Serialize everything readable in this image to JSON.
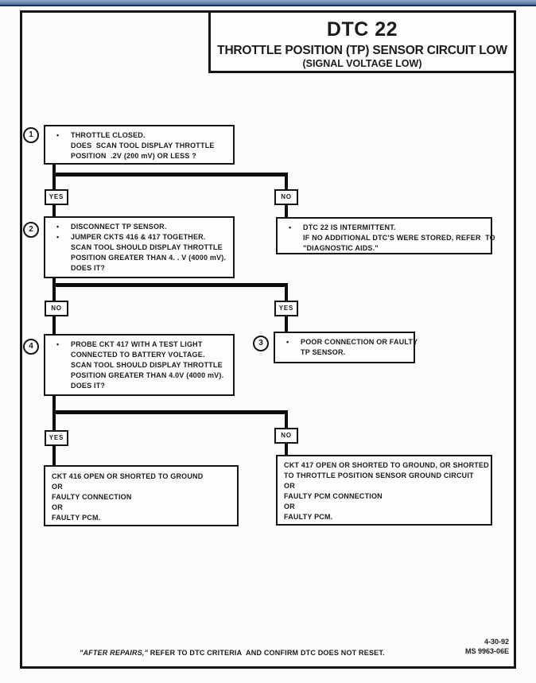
{
  "title": {
    "code": "DTC 22",
    "line1": "THROTTLE POSITION (TP) SENSOR CIRCUIT LOW",
    "line2": "(SIGNAL VOLTAGE LOW)"
  },
  "bullet": "•",
  "branch_labels": {
    "yes": "YES",
    "no": "NO"
  },
  "nodes": {
    "step1": {
      "number": "1",
      "lines": [
        "THROTTLE CLOSED.",
        "DOES  SCAN TOOL DISPLAY THROTTLE",
        "POSITION  .2V (200 mV) OR LESS ?"
      ]
    },
    "step2": {
      "number": "2",
      "lines": [
        "DISCONNECT TP SENSOR.",
        "JUMPER CKTS 416 & 417 TOGETHER.",
        "SCAN TOOL SHOULD DISPLAY THROTTLE",
        "POSITION GREATER THAN 4. . V (4000 mV).",
        "DOES IT?"
      ]
    },
    "intermittent": {
      "lines": [
        "DTC 22 IS INTERMITTENT.",
        "IF NO ADDITIONAL DTC'S WERE STORED, REFER  TO",
        "\"DIAGNOSTIC AIDS.\""
      ]
    },
    "step3": {
      "number": "3",
      "lines": [
        "POOR CONNECTION OR FAULTY",
        "TP SENSOR."
      ]
    },
    "step4": {
      "number": "4",
      "lines": [
        "PROBE CKT 417 WITH A TEST LIGHT",
        "CONNECTED TO BATTERY VOLTAGE.",
        "SCAN TOOL SHOULD DISPLAY THROTTLE",
        "POSITION GREATER THAN 4.0V (4000 mV).",
        "DOES IT?"
      ]
    },
    "result_left": {
      "lines": [
        "CKT 416 OPEN OR SHORTED TO GROUND",
        "OR",
        "FAULTY CONNECTION",
        "OR",
        "FAULTY PCM."
      ]
    },
    "result_right": {
      "lines": [
        "CKT 417 OPEN OR SHORTED TO GROUND, OR SHORTED",
        "TO THROTTLE POSITION SENSOR GROUND CIRCUIT",
        "OR",
        "FAULTY PCM CONNECTION",
        "OR",
        "FAULTY PCM."
      ]
    }
  },
  "footer": {
    "note_italic": "\"AFTER REPAIRS,\"",
    "note_rest": " REFER TO DTC CRITERIA  AND CONFIRM DTC DOES NOT RESET.",
    "date": "4-30-92",
    "doc_number": "MS 9963-06E"
  },
  "colors": {
    "top_bar": "#4c719f",
    "top_bar_edge": "#16335c",
    "ink": "#161616"
  }
}
